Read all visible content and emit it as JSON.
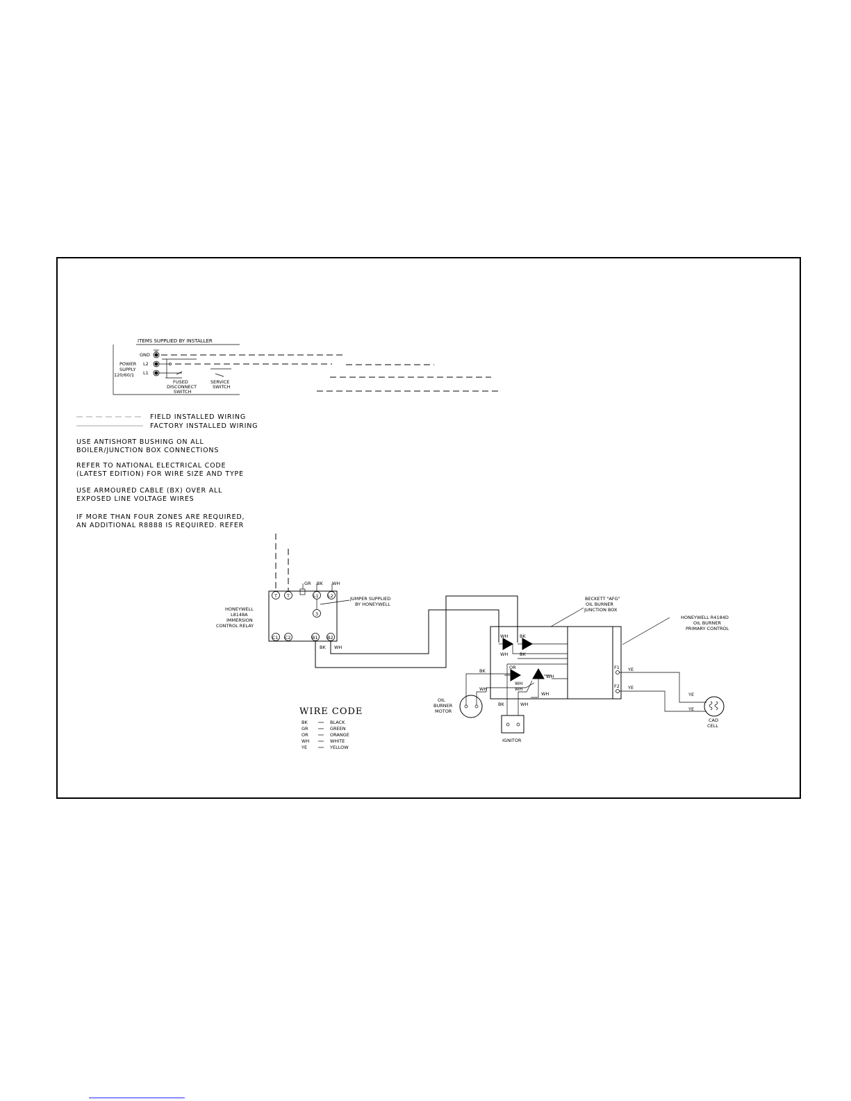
{
  "installer": {
    "heading": "ITEMS SUPPLIED BY INSTALLER",
    "power_supply": [
      "POWER",
      "SUPPLY",
      "120/60/1"
    ],
    "gnd": "GND",
    "l2": "L2",
    "l1": "L1",
    "fused_switch": [
      "FUSED",
      "DISCONNECT",
      "SWITCH"
    ],
    "service_switch": [
      "SERVICE",
      "SWITCH"
    ]
  },
  "legend": {
    "field": "FIELD INSTALLED WIRING",
    "factory": "FACTORY INSTALLED WIRING"
  },
  "notes": [
    [
      "USE ANTISHORT BUSHING ON ALL",
      "BOILER/JUNCTION BOX CONNECTIONS"
    ],
    [
      "REFER TO NATIONAL ELECTRICAL CODE",
      "(LATEST EDITION) FOR WIRE SIZE AND TYPE"
    ],
    [
      "USE ARMOURED CABLE (BX) OVER ALL",
      "EXPOSED LINE VOLTAGE WIRES"
    ],
    [
      "IF MORE THAN FOUR ZONES ARE REQUIRED,",
      "AN ADDITIONAL R8888 IS REQUIRED.  REFER"
    ]
  ],
  "relay": {
    "label": [
      "HONEYWELL",
      "L8148A",
      "IMMERSION",
      "CONTROL RELAY"
    ],
    "terminals": {
      "t1": "T",
      "t2": "T",
      "l1": "L1",
      "l2": "L2",
      "three": "3",
      "c1": "C1",
      "c2": "C2",
      "b1": "B1",
      "b2": "B2"
    },
    "wire_gr": "GR",
    "wire_bk": "BK",
    "wire_wh": "WH",
    "out_bk": "BK",
    "out_wh": "WH",
    "jumper": [
      "JUMPER SUPPLIED",
      "BY HONEYWELL"
    ]
  },
  "junction_box": {
    "label": [
      "BECKETT \"AFG\"",
      "OIL BURNER",
      "JUNCTION BOX"
    ],
    "wh_top": "WH",
    "bk_top": "BK",
    "wh_low": "WH",
    "bk_low": "BK",
    "or": "OR",
    "wh_right": "WH",
    "wh_a": "WH",
    "wh_b": "WH",
    "wh_c": "WH",
    "bk_motor": "BK",
    "wh_motor": "WH",
    "bk_ign": "BK",
    "wh_ign": "WH"
  },
  "primary_control": {
    "label": [
      "HONEYWELL R4184D",
      "OIL BURNER",
      "PRIMARY CONTROL"
    ],
    "f1": "F1",
    "f2": "F2",
    "ye1": "YE",
    "ye2": "YE",
    "ye3": "YE",
    "ye4": "YE"
  },
  "components": {
    "motor": [
      "OIL",
      "BURNER",
      "MOTOR"
    ],
    "ignitor": "IGNITOR",
    "cad": [
      "CAD",
      "CELL"
    ]
  },
  "wire_code": {
    "title": "WIRE CODE",
    "entries": [
      {
        "code": "BK",
        "color": "BLACK"
      },
      {
        "code": "GR",
        "color": "GREEN"
      },
      {
        "code": "OR",
        "color": "ORANGE"
      },
      {
        "code": "WH",
        "color": "WHITE"
      },
      {
        "code": "YE",
        "color": "YELLOW"
      }
    ]
  }
}
